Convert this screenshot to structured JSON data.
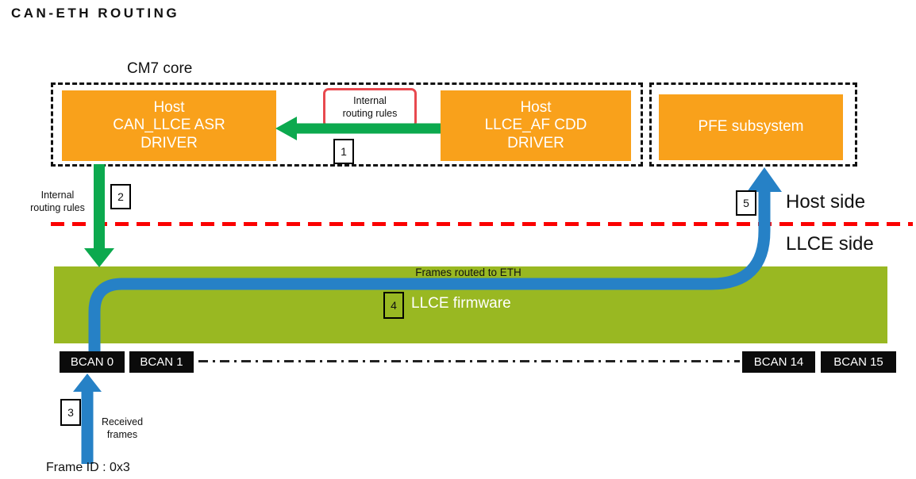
{
  "title": "CAN-ETH ROUTING",
  "colors": {
    "orange": "#F9A11B",
    "olive_green": "#99B822",
    "arrow_green": "#0CA94E",
    "arrow_blue": "#2681C6",
    "red_divider": "#FB0101",
    "red_tag_border": "#E8494F",
    "bcan_black": "#0B0B0B"
  },
  "cm7": {
    "label": "CM7 core",
    "can_llce_driver": {
      "lines": [
        "Host",
        "CAN_LLCE ASR",
        "DRIVER"
      ]
    },
    "llce_af_driver": {
      "lines": [
        "Host",
        "LLCE_AF CDD",
        "DRIVER"
      ]
    }
  },
  "pfe": {
    "label": "PFE subsystem"
  },
  "routing_tag": {
    "lines": [
      "Internal",
      "routing rules"
    ]
  },
  "routing_note": {
    "lines": [
      "Internal",
      "routing rules"
    ]
  },
  "steps": [
    "1",
    "2",
    "3",
    "4",
    "5"
  ],
  "sides": {
    "host": "Host side",
    "llce": "LLCE side"
  },
  "firmware": {
    "label": "LLCE firmware",
    "frames_note": "Frames routed to ETH"
  },
  "bcan": {
    "items": [
      "BCAN 0",
      "BCAN 1",
      "BCAN 14",
      "BCAN 15"
    ]
  },
  "bottom": {
    "received": {
      "lines": [
        "Received",
        "frames"
      ]
    },
    "frame_id": "Frame ID : 0x3"
  }
}
